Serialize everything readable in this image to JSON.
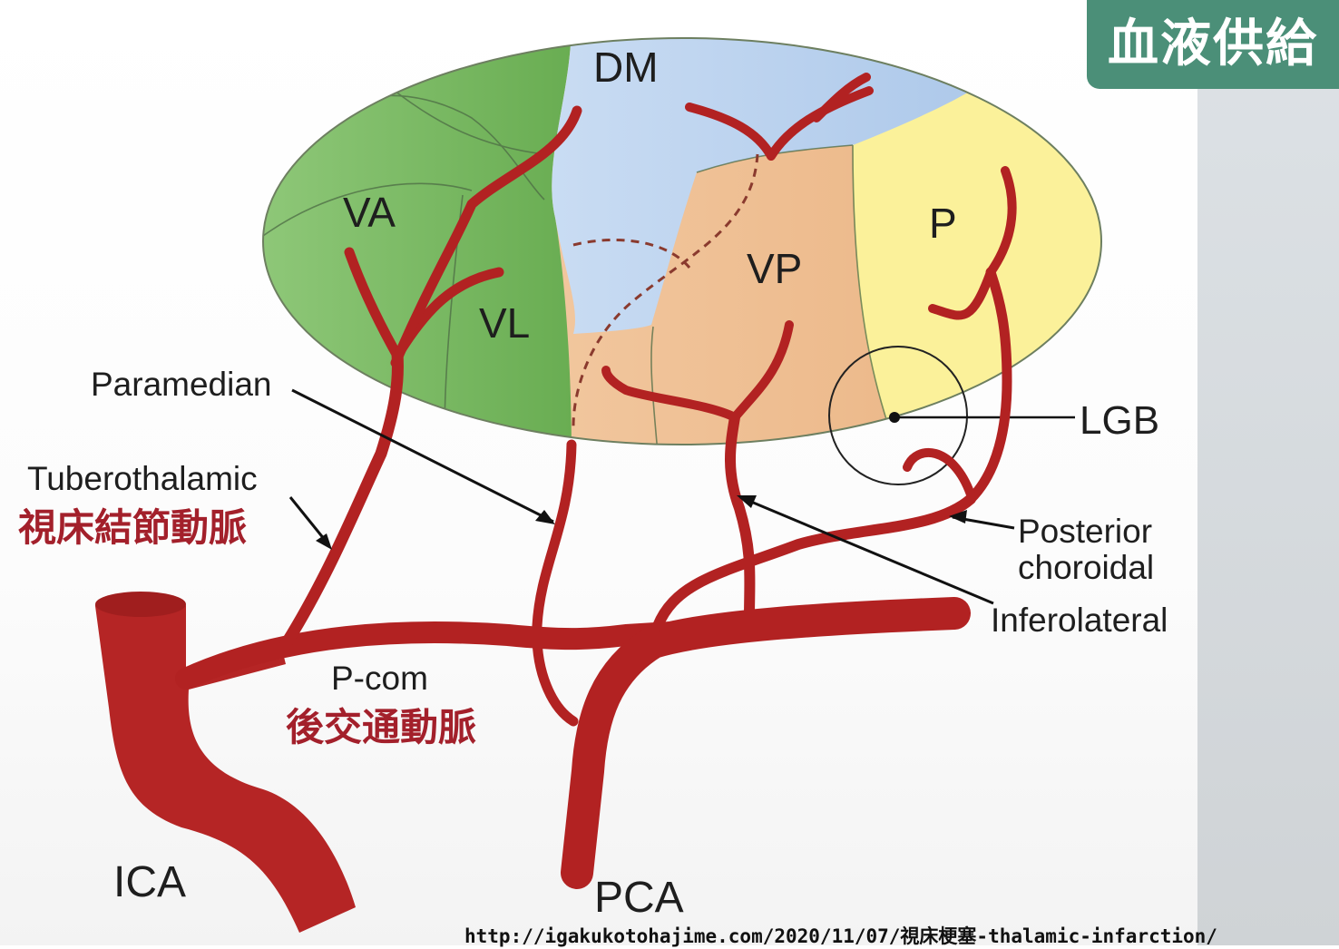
{
  "badge": {
    "label": "血液供給"
  },
  "regions": {
    "dm": "DM",
    "va": "VA",
    "vl": "VL",
    "vp": "VP",
    "p": "P"
  },
  "labels": {
    "lgb": "LGB",
    "paramedian": "Paramedian",
    "tuberothalamic": "Tuberothalamic",
    "tuberothalamic_jp": "視床結節動脈",
    "posterior_choroidal_1": "Posterior",
    "posterior_choroidal_2": "choroidal",
    "inferolateral": "Inferolateral",
    "pcom": "P-com",
    "pcom_jp": "後交通動脈",
    "ica": "ICA",
    "pca": "PCA"
  },
  "source_url": "http://igakukotohajime.com/2020/11/07/視床梗塞-thalamic-infarction/",
  "colors": {
    "artery": "#b22222",
    "anterior_green": "#7dbb64",
    "medial_blue": "#b9d1ee",
    "ventral_peach": "#efc298",
    "pulvinar_yellow": "#fbf19a",
    "japanese_label": "#a3202b",
    "badge": "#4b8f78"
  }
}
